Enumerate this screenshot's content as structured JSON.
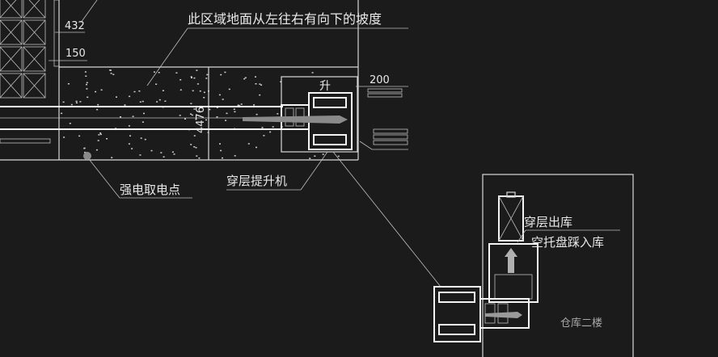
{
  "drawing": {
    "dimensions": {
      "d432": "432",
      "d150": "150",
      "d200": "200",
      "d4476": "4476"
    },
    "labels": {
      "slope_note": "此区域地面从左往右有向下的坡度",
      "lift_mark": "升",
      "power_point": "强电取电点",
      "lift_machine": "穿层提升机",
      "outbound": "穿层出库",
      "empty_pallet_inbound": "空托盘踩入库",
      "warehouse_floor2": "仓库二楼"
    },
    "colors": {
      "background": "#1c1b1c",
      "lines": "#e8e8e8"
    }
  }
}
